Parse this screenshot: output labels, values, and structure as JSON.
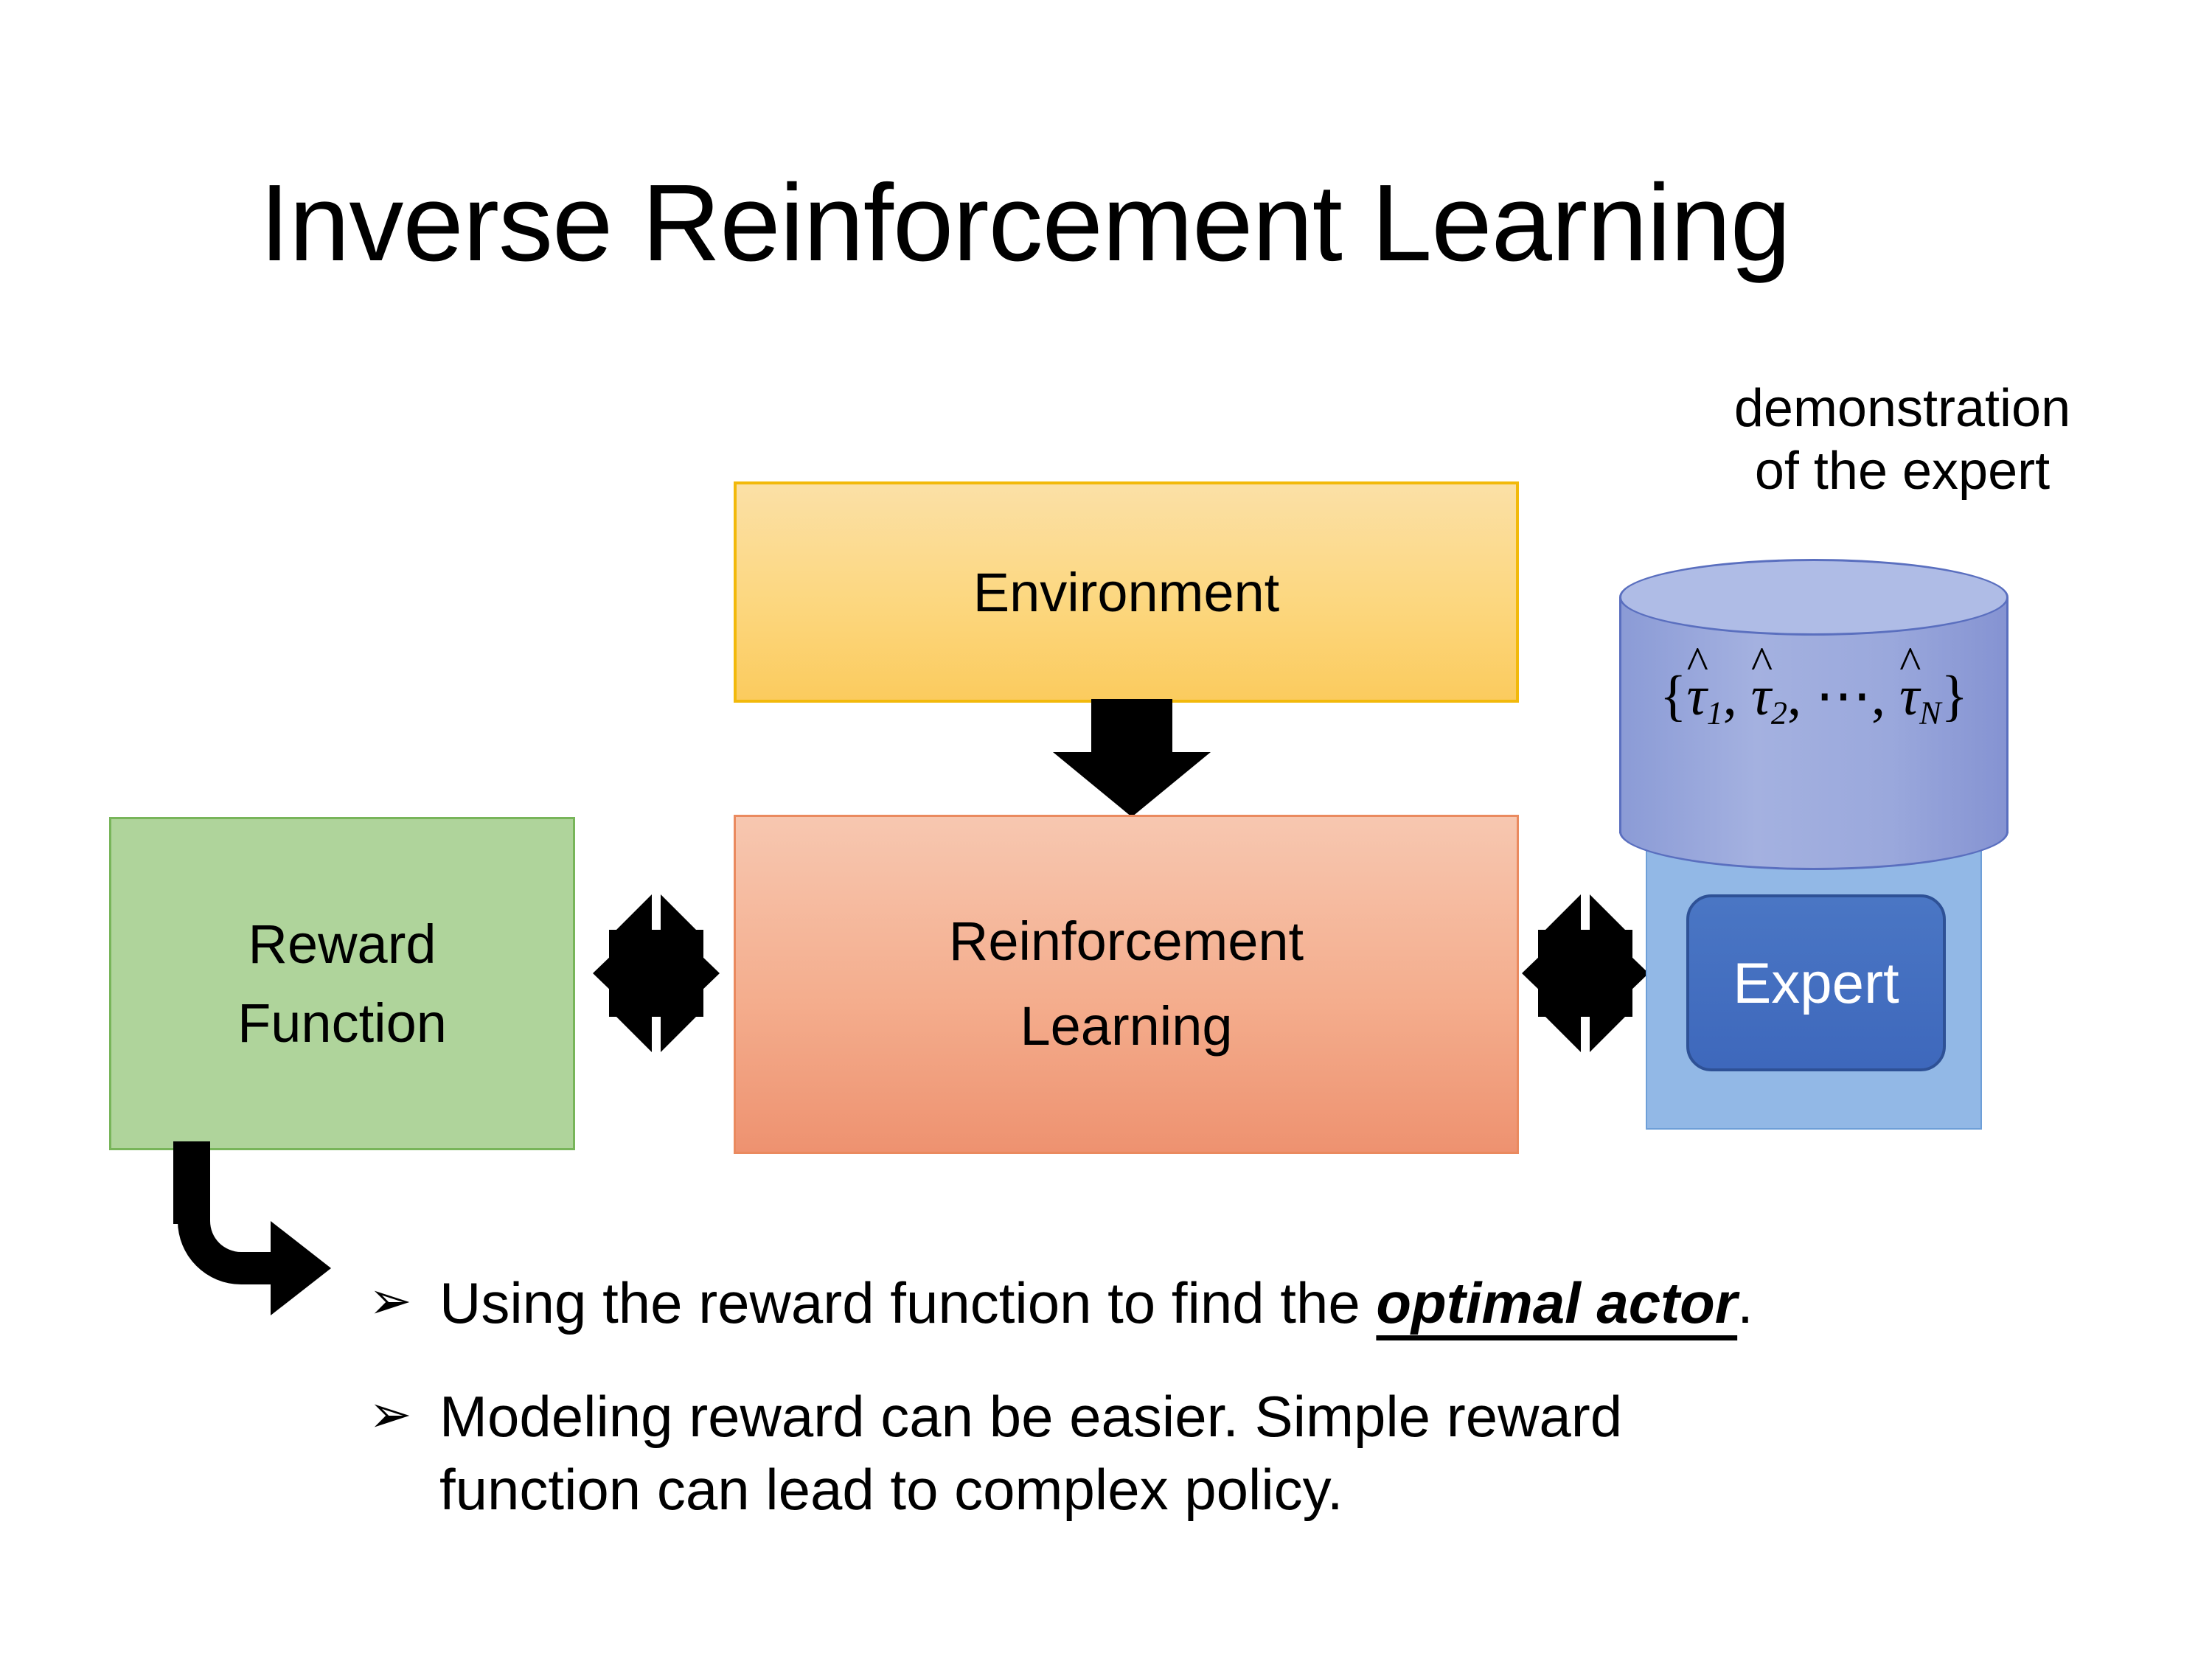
{
  "slide": {
    "title": "Inverse Reinforcement Learning",
    "background_color": "#FFFFFF"
  },
  "diagram": {
    "environment_box": {
      "label": "Environment",
      "fill_top": "#FBE0A6",
      "fill_bottom": "#FBCB5E",
      "border_color": "#F2B90B"
    },
    "reinforcement_learning_box": {
      "label_line1": "Reinforcement",
      "label_line2": "Learning",
      "fill_top": "#F7C7B0",
      "fill_bottom": "#EE9270",
      "border_color": "#EA8A5F"
    },
    "reward_function_box": {
      "label_line1": "Reward",
      "label_line2": "Function",
      "fill": "#AFD49B",
      "border_color": "#78B55A"
    },
    "expert_group": {
      "caption_line1": "demonstration",
      "caption_line2": "of the expert",
      "cylinder_text": "{τ̂1, τ̂2, ⋯, τ̂N}",
      "cylinder_tokens": {
        "open_brace": "{",
        "tau1": "τ",
        "sub1": "1",
        "comma1": ",",
        "tau2": "τ",
        "sub2": "2",
        "comma2": ",",
        "ellipsis": "⋯",
        "comma3": ",",
        "tauN": "τ",
        "subN": "N",
        "close_brace": "}"
      },
      "cylinder_fill": "#9AA8DC",
      "cylinder_top_fill": "#AFBCE6",
      "cylinder_border": "#5A6FBF",
      "panel_fill": "#92B8E6",
      "expert_label": "Expert",
      "expert_fill": "#4268BC",
      "expert_border": "#2E5196",
      "expert_text_color": "#FFFFFF"
    },
    "connectors": {
      "environment_to_rl": "down-arrow",
      "reward_to_rl": "bidirectional-quad-arrow",
      "rl_to_expert": "bidirectional-quad-arrow",
      "reward_to_bullets": "elbow-arrow",
      "arrow_color": "#000000"
    }
  },
  "bullets": [
    {
      "marker": "➢",
      "text_before": "Using the reward function to find the ",
      "emphasis": "optimal actor",
      "text_after": "."
    },
    {
      "marker": "➢",
      "line1": "Modeling reward can be easier. Simple reward",
      "line2": "function can lead to complex policy."
    }
  ]
}
